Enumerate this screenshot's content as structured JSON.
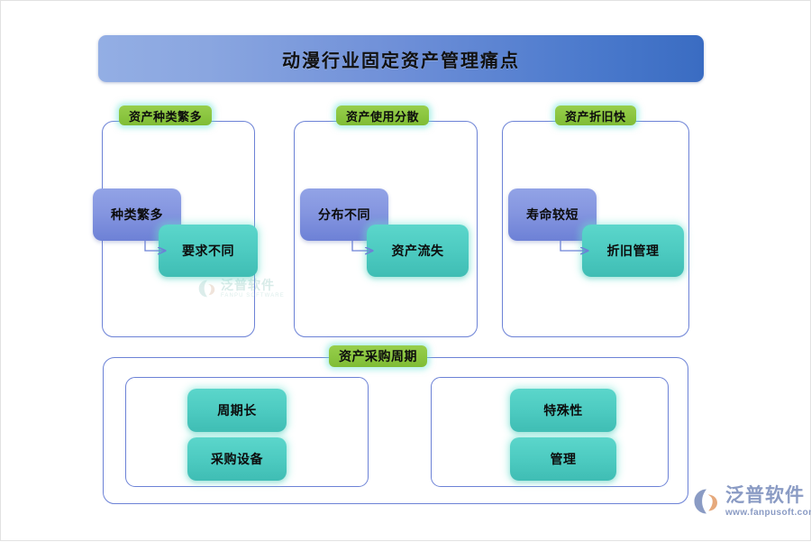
{
  "page": {
    "title": "动漫行业固定资产管理痛点",
    "accent_blue": "#6E8FD8",
    "accent_green": "#8AC53F",
    "accent_teal": "#4DCBC1",
    "border_blue": "#6C82D6"
  },
  "groups": [
    {
      "header": "资产种类繁多",
      "cause": "种类繁多",
      "effect": "要求不同"
    },
    {
      "header": "资产使用分散",
      "cause": "分布不同",
      "effect": "资产流失"
    },
    {
      "header": "资产折旧快",
      "cause": "寿命较短",
      "effect": "折旧管理"
    }
  ],
  "bottom": {
    "header": "资产采购周期",
    "left_items": [
      "周期长",
      "采购设备"
    ],
    "right_items": [
      "特殊性",
      "管理"
    ]
  },
  "watermark": {
    "cn": "泛普软件",
    "en": "FANPU SOFTWARE"
  },
  "logo": {
    "cn": "泛普软件",
    "url": "www.fanpusoft.com"
  }
}
